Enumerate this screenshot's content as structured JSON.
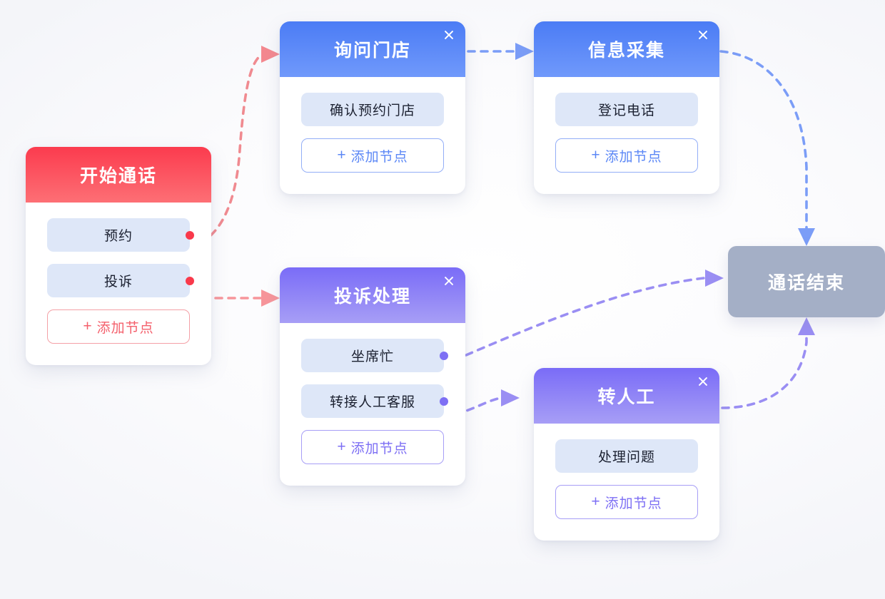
{
  "theme": {
    "red": "#fb3b4e",
    "blue": "#4b7cf5",
    "purple": "#7a6cf7",
    "gray": "#a4afc6",
    "chip_bg": "#dee7f8",
    "canvas_bg": "#f4f5f9"
  },
  "labels": {
    "add_node": "添加节点",
    "plus": "+",
    "close": "×"
  },
  "nodes": [
    {
      "id": "start",
      "title": "开始通话",
      "theme": "red",
      "closable": false,
      "chips": [
        {
          "label": "预约",
          "has_port": true
        },
        {
          "label": "投诉",
          "has_port": true
        }
      ],
      "add_label": "添加节点"
    },
    {
      "id": "inquiry",
      "title": "询问门店",
      "theme": "blue",
      "closable": true,
      "chips": [
        {
          "label": "确认预约门店",
          "has_port": false
        }
      ],
      "add_label": "添加节点"
    },
    {
      "id": "collect",
      "title": "信息采集",
      "theme": "blue",
      "closable": true,
      "chips": [
        {
          "label": "登记电话",
          "has_port": false
        }
      ],
      "add_label": "添加节点"
    },
    {
      "id": "complaint",
      "title": "投诉处理",
      "theme": "purple",
      "closable": true,
      "chips": [
        {
          "label": "坐席忙",
          "has_port": true
        },
        {
          "label": "转接人工客服",
          "has_port": true
        }
      ],
      "add_label": "添加节点"
    },
    {
      "id": "human",
      "title": "转人工",
      "theme": "purple",
      "closable": true,
      "chips": [
        {
          "label": "处理问题",
          "has_port": false
        }
      ],
      "add_label": "添加节点"
    }
  ],
  "end_node": {
    "id": "end",
    "title": "通话结束",
    "theme": "gray"
  },
  "edges": [
    {
      "id": "edge-start-appointment-to-inquiry",
      "from": "start.预约",
      "to": "inquiry",
      "color": "#f08a90",
      "style": "dashed"
    },
    {
      "id": "edge-start-complaint-to-complaint",
      "from": "start.投诉",
      "to": "complaint",
      "color": "#f7959a",
      "style": "dashed"
    },
    {
      "id": "edge-inquiry-to-collect",
      "from": "inquiry",
      "to": "collect",
      "color": "#7b9df7",
      "style": "dashed"
    },
    {
      "id": "edge-collect-to-end",
      "from": "collect",
      "to": "end",
      "color": "#7b9df7",
      "style": "dashed"
    },
    {
      "id": "edge-complaint-busy-to-end",
      "from": "complaint.坐席忙",
      "to": "end",
      "color": "#9a8ef3",
      "style": "dashed"
    },
    {
      "id": "edge-complaint-transfer-to-human",
      "from": "complaint.转接人工客服",
      "to": "human",
      "color": "#9a8ef3",
      "style": "dashed"
    },
    {
      "id": "edge-human-to-end",
      "from": "human",
      "to": "end",
      "color": "#9a8ef3",
      "style": "dashed"
    }
  ]
}
